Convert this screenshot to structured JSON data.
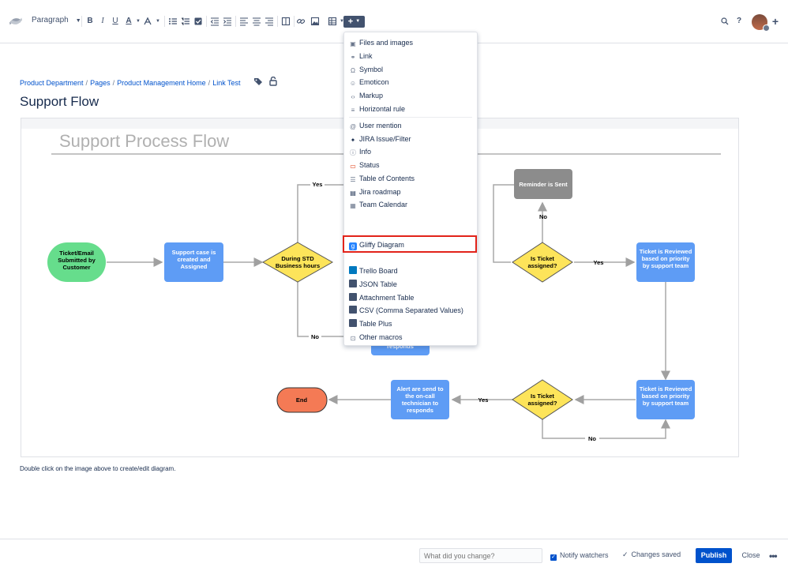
{
  "toolbar": {
    "paragraph_label": "Paragraph",
    "bold": "B",
    "italic": "I",
    "underline": "U",
    "text_color": "A",
    "insert_label": "+",
    "search_icon": "search-icon",
    "help_label": "?",
    "create_label": "+"
  },
  "breadcrumb": [
    "Product Department",
    "Pages",
    "Product Management Home",
    "Link Test"
  ],
  "page_title": "Support Flow",
  "diagram": {
    "title": "Support Process Flow",
    "nodes": {
      "start": "Ticket/Email Submitted by Customer",
      "case_created": "Support case is created and Assigned",
      "business_hours": "During STD Business hours",
      "reminder": "Reminder is Sent",
      "assigned_top": "Is Ticket assigned?",
      "reviewed_top": "Ticket is Reviewed based on priority by support team",
      "reviewed_bottom": "Ticket is Reviewed based on priority by support team",
      "assigned_bottom": "Is Ticket assigned?",
      "alert": "Alert are send to the on-call technician to responds",
      "end": "End",
      "hidden_fragment": "responds"
    },
    "labels": {
      "yes": "Yes",
      "no": "No"
    },
    "colors": {
      "green": "#66dd8c",
      "blue": "#5e9cf5",
      "yellow": "#fde45a",
      "gray": "#8c8c8c",
      "orange": "#f47a55"
    }
  },
  "caption": "Double click on the image above to create/edit diagram.",
  "insert_menu": {
    "group1": [
      {
        "label": "Files and images",
        "icon": "image-icon"
      },
      {
        "label": "Link",
        "icon": "link-icon"
      },
      {
        "label": "Symbol",
        "icon": "omega-icon"
      },
      {
        "label": "Emoticon",
        "icon": "smiley-icon"
      },
      {
        "label": "Markup",
        "icon": "code-icon"
      },
      {
        "label": "Horizontal rule",
        "icon": "rule-icon"
      }
    ],
    "group2": [
      {
        "label": "User mention",
        "icon": "at-icon"
      },
      {
        "label": "JIRA Issue/Filter",
        "icon": "jira-icon"
      },
      {
        "label": "Info",
        "icon": "info-icon"
      },
      {
        "label": "Status",
        "icon": "status-icon"
      },
      {
        "label": "Table of Contents",
        "icon": "toc-icon"
      },
      {
        "label": "Jira roadmap",
        "icon": "roadmap-icon"
      },
      {
        "label": "Team Calendar",
        "icon": "calendar-icon"
      }
    ],
    "highlighted": {
      "label": "Gliffy Diagram",
      "icon": "gliffy-icon"
    },
    "group3": [
      {
        "label": "Trello Board",
        "icon": "trello-icon"
      },
      {
        "label": "JSON Table",
        "icon": "table-icon"
      },
      {
        "label": "Attachment Table",
        "icon": "table-icon"
      },
      {
        "label": "CSV (Comma Separated Values)",
        "icon": "table-icon"
      },
      {
        "label": "Table Plus",
        "icon": "table-icon"
      },
      {
        "label": "Other macros",
        "icon": "macros-icon"
      }
    ]
  },
  "footer": {
    "change_placeholder": "What did you change?",
    "notify_label": "Notify watchers",
    "notify_checked": true,
    "saved_label": "Changes saved",
    "publish_label": "Publish",
    "close_label": "Close",
    "more_label": "•••"
  }
}
